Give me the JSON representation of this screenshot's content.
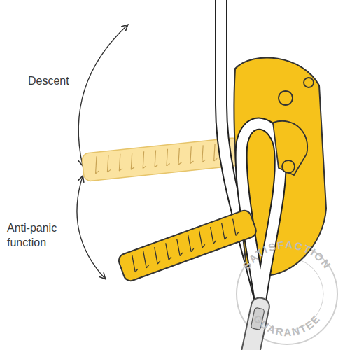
{
  "diagram": {
    "labels": [
      "Descent",
      "Anti-panic function",
      "SATISFACTION",
      "GUARANTEE"
    ]
  }
}
